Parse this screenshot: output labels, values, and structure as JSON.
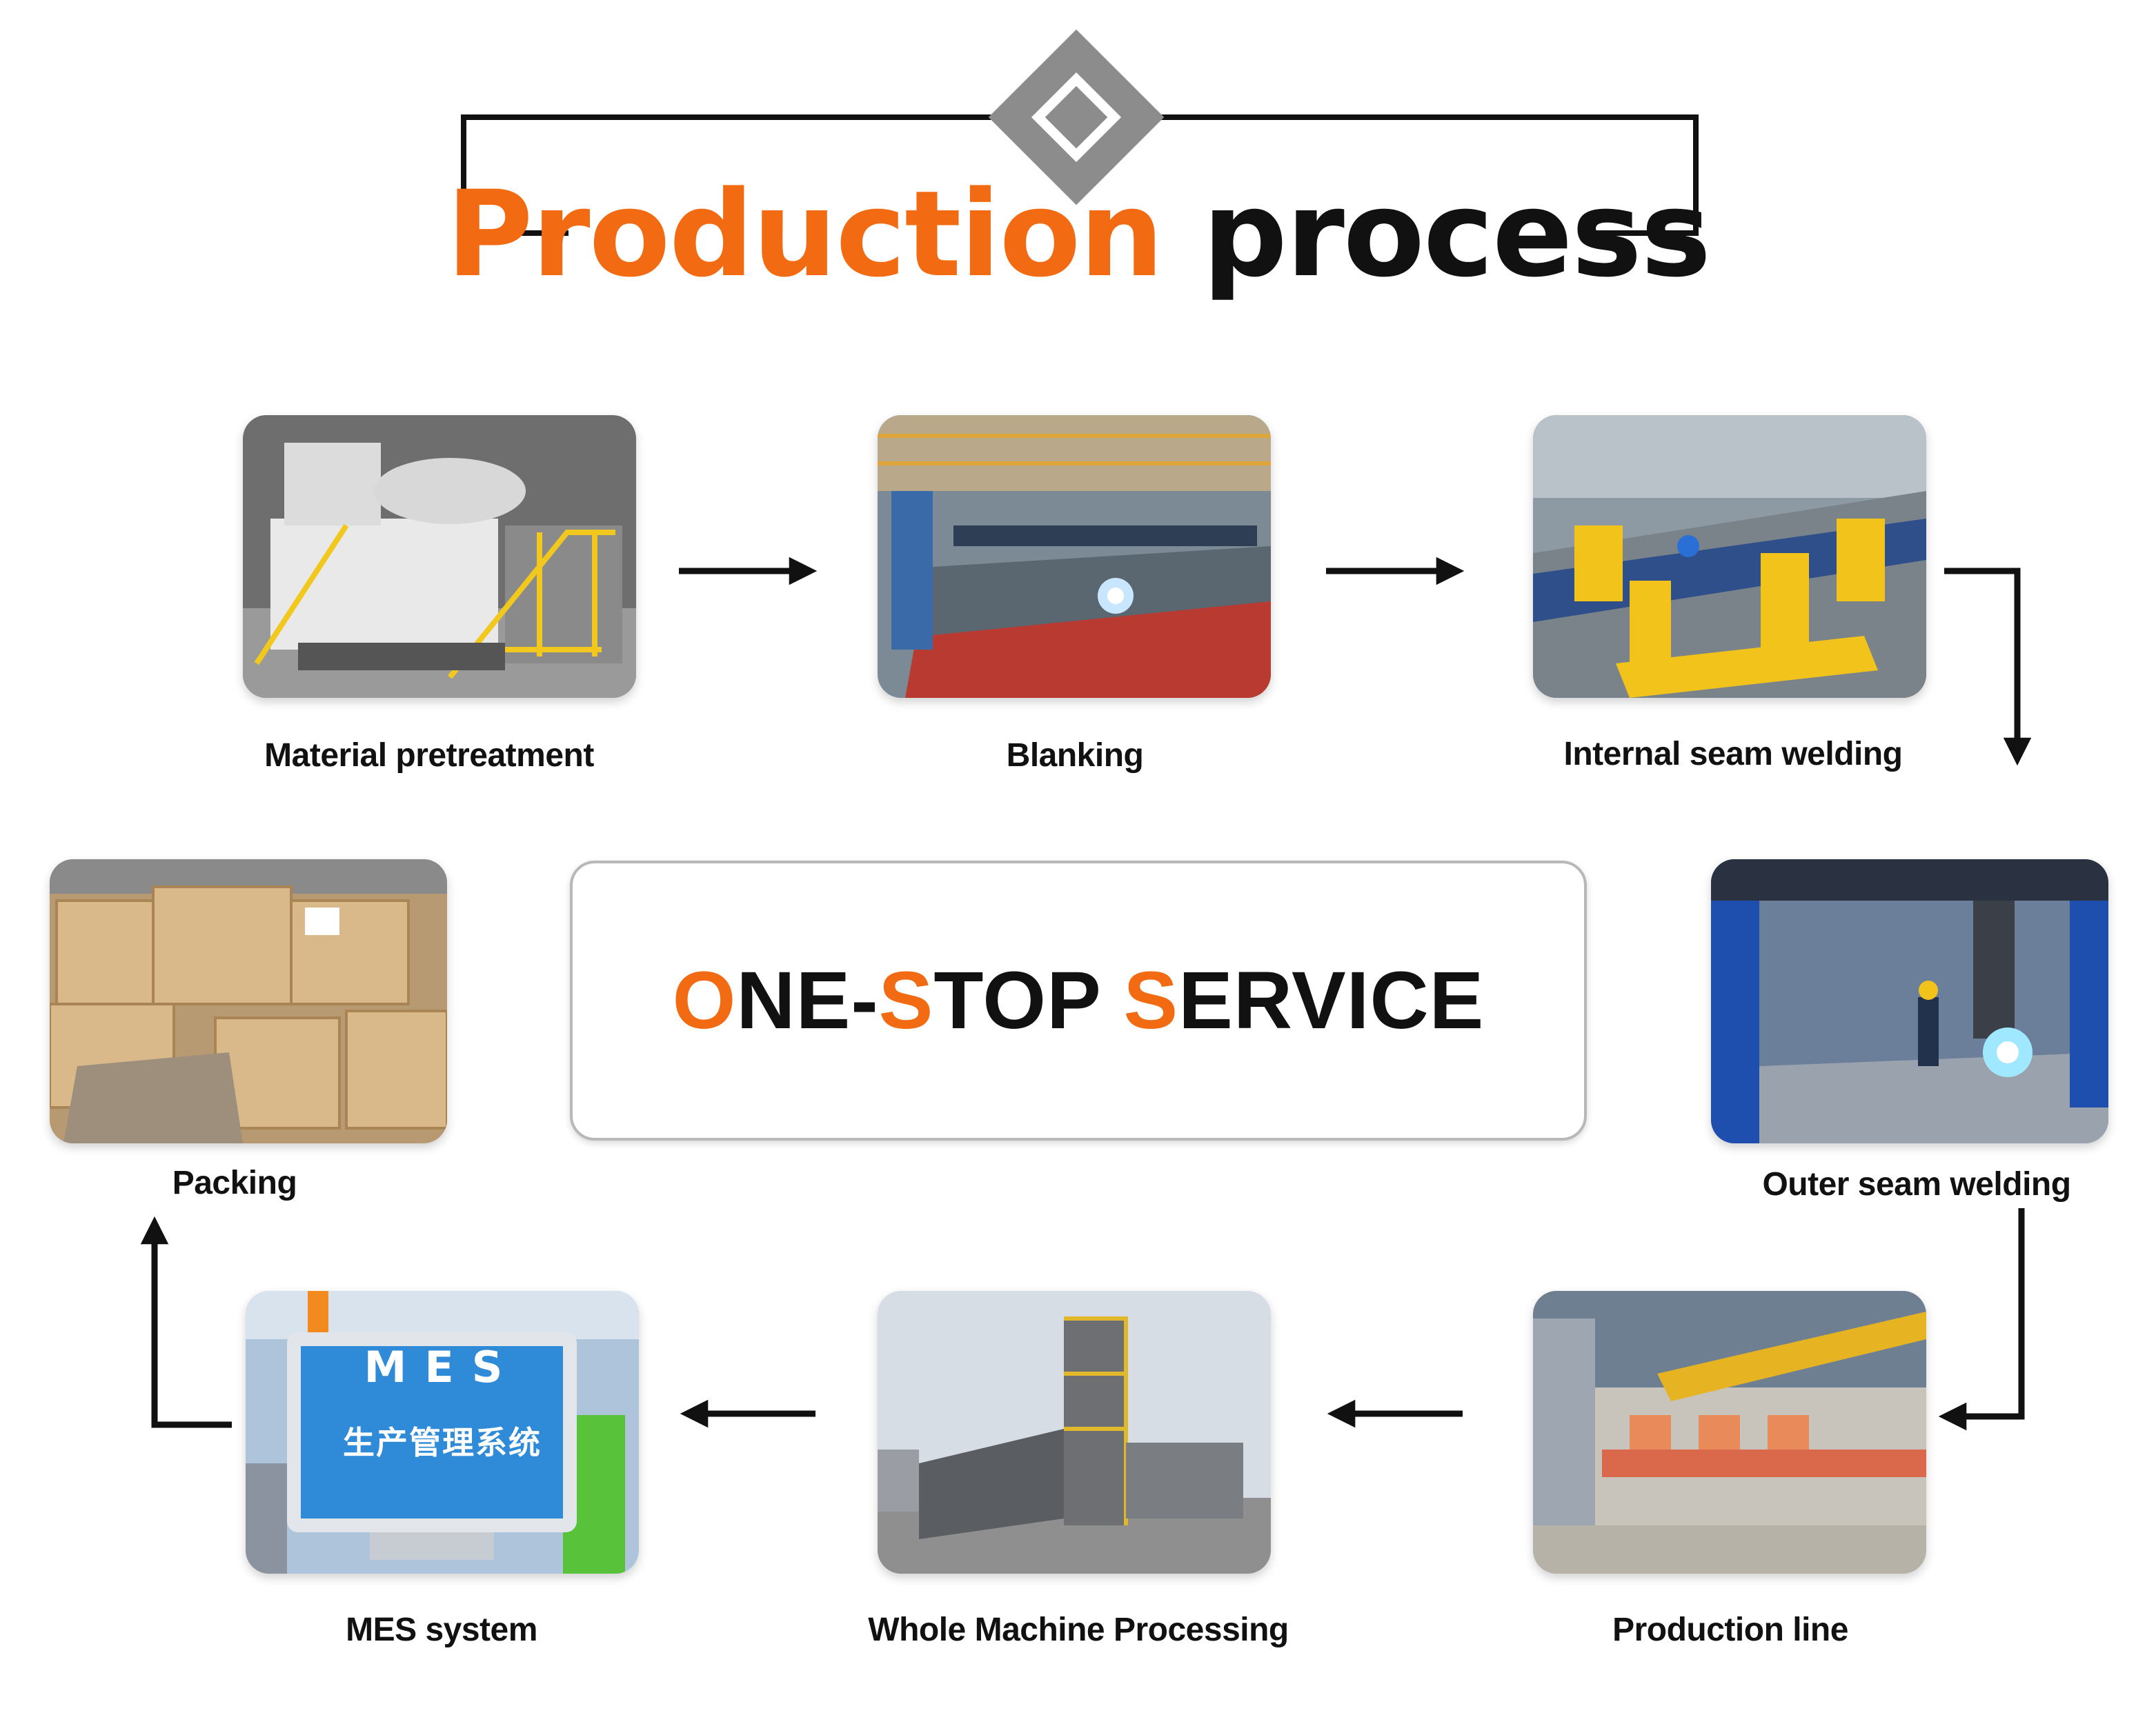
{
  "title": {
    "highlight": "Production",
    "rest": "process"
  },
  "center_box": {
    "parts": [
      {
        "text": "O",
        "accent": true
      },
      {
        "text": "NE-",
        "accent": false
      },
      {
        "text": "S",
        "accent": true
      },
      {
        "text": "TOP ",
        "accent": false
      },
      {
        "text": "S",
        "accent": true
      },
      {
        "text": "ERVICE",
        "accent": false
      }
    ]
  },
  "steps": [
    {
      "order": 1,
      "label": "Material pretreatment"
    },
    {
      "order": 2,
      "label": "Blanking"
    },
    {
      "order": 3,
      "label": "Internal seam welding"
    },
    {
      "order": 4,
      "label": "Outer seam welding"
    },
    {
      "order": 5,
      "label": "Production line"
    },
    {
      "order": 6,
      "label": "Whole Machine Processing"
    },
    {
      "order": 7,
      "label": "MES system"
    },
    {
      "order": 8,
      "label": "Packing"
    }
  ],
  "mes_screen": {
    "line1": "MES",
    "line2": "生产管理系统"
  },
  "colors": {
    "accent": "#F26B12",
    "text": "#111111",
    "diamond": "#8c8c8c"
  }
}
